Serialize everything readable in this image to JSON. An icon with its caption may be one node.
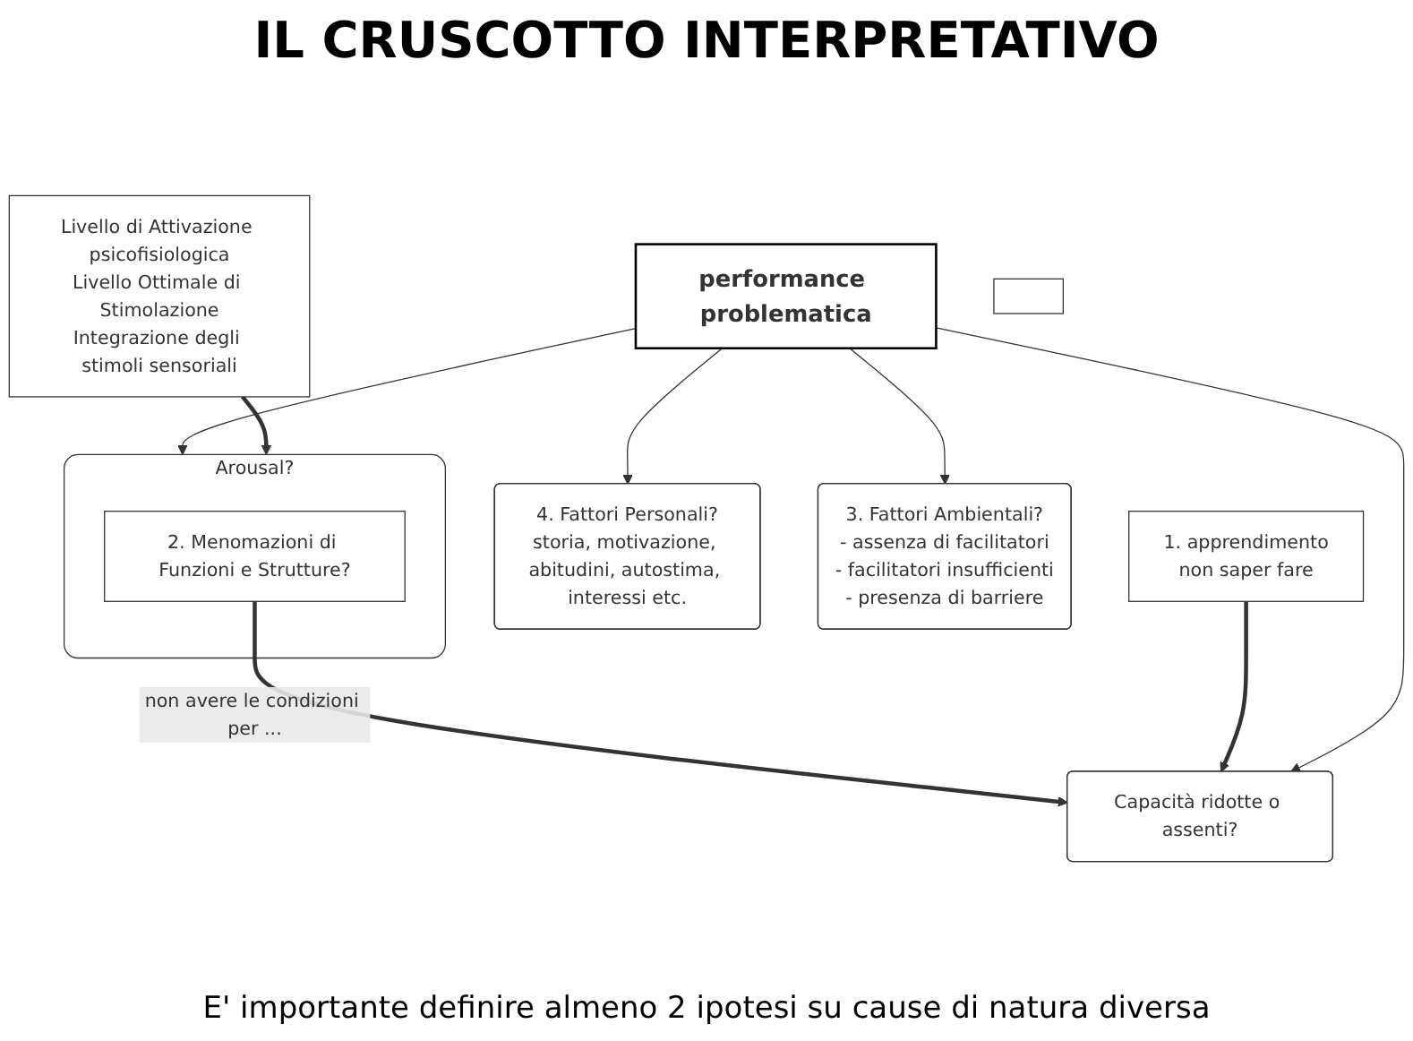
{
  "diagram": {
    "title": "IL CRUSCOTTO INTERPRETATIVO",
    "nodes": [
      {
        "text": [
          "Capacità ridotte o assenti?"
        ]
      },
      {
        "text": [
          "Arousal?"
        ]
      },
      {
        "text": [
          "2. Menomazioni di Funzioni e Strutture?"
        ],
        "in": 1
      },
      {
        "text": [
          "1. apprendimento",
          "non saper fare"
        ]
      },
      {
        "text": [
          "performance problematica"
        ]
      },
      {
        "text": [
          "Livello di Attivazione psicofisiologica",
          "Livello Ottimale di Stimolazione",
          "Integrazione degli stimoli sensoriali"
        ]
      },
      {
        "text": [
          "4. Fattori Personali?",
          "storia, motivazione, abitudini, autostima, interessi etc."
        ]
      },
      {
        "text": [
          "3. Fattori Ambientali?",
          "- assenza di facilitatori",
          "- facilitatori insufficienti",
          "- presenza di barriere"
        ]
      },
      {
        "text": [],
        "shape": "box"
      }
    ],
    "edges": [
      {
        "from": 2,
        "to": 0,
        "arrow": "to",
        "label": "non avere le condizioni per ...",
        "style": "thick"
      },
      {
        "from": 3,
        "to": 0,
        "arrow": "to",
        "style": "thick"
      },
      {
        "from": 4,
        "to": 0,
        "arrow": "to"
      },
      {
        "from": 4,
        "to": 1,
        "arrow": "to"
      },
      {
        "from": 5,
        "to": 1,
        "arrow": "to",
        "style": "thick"
      },
      {
        "from": 4,
        "to": 6,
        "arrow": "to"
      },
      {
        "from": 4,
        "to": 7,
        "arrow": "to"
      }
    ],
    "caption": "E' importante definire almeno 2 ipotesi su cause di natura diversa"
  }
}
